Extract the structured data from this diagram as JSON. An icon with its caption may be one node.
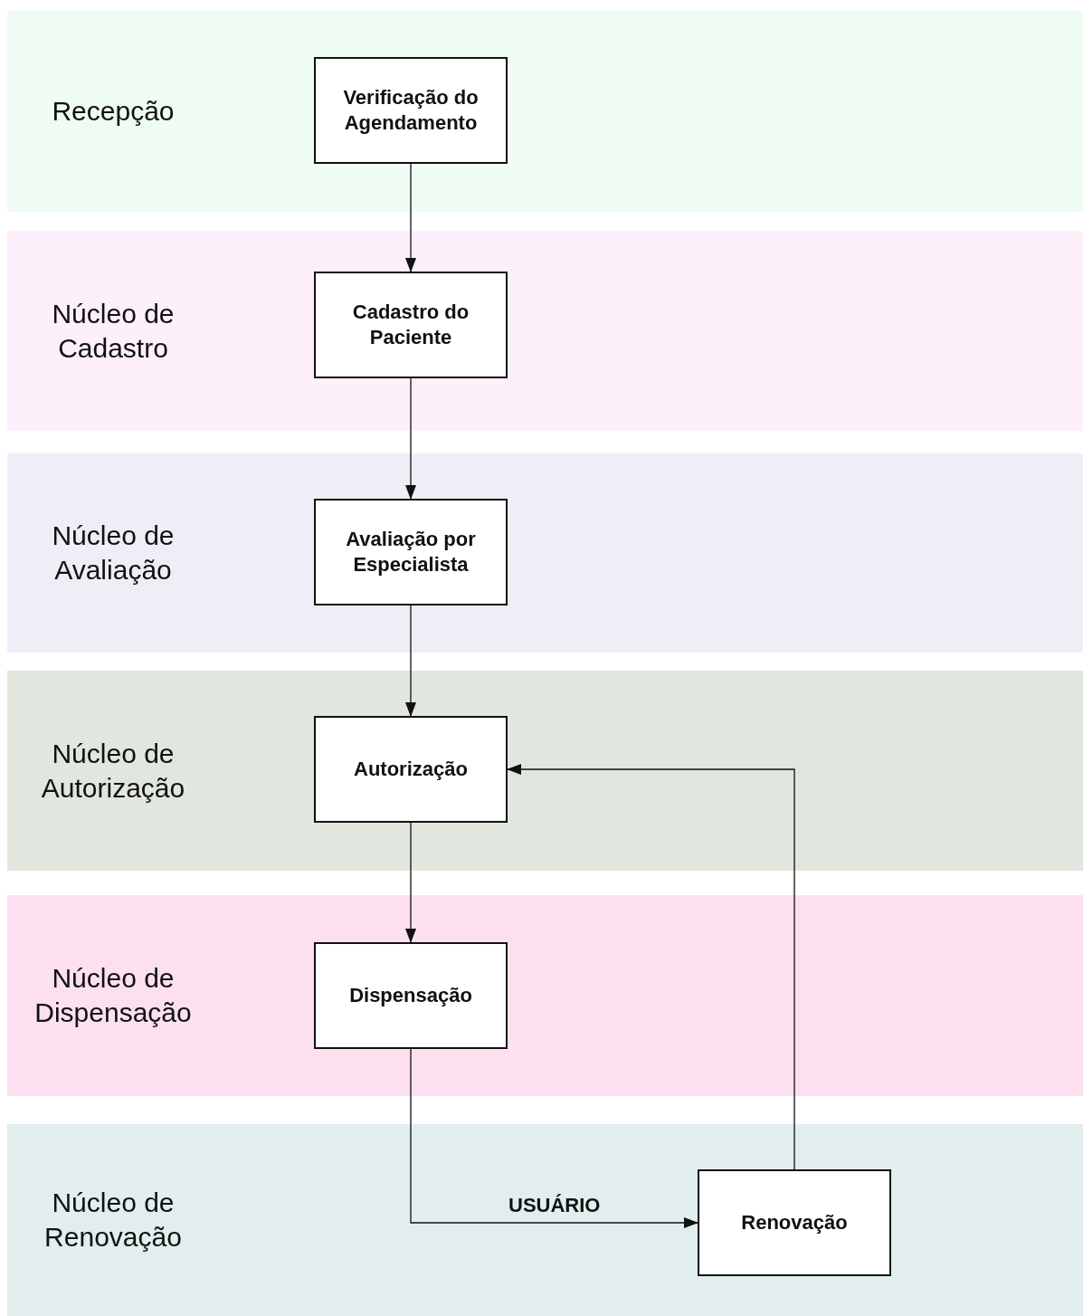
{
  "diagram": {
    "nodes": [
      {
        "text": [
          "Recepção"
        ]
      },
      {
        "text": [
          "Verificação do Agendamento"
        ],
        "in": 0
      },
      {
        "text": [
          "Núcleo de Cadastro"
        ]
      },
      {
        "text": [
          "Cadastro do Paciente"
        ],
        "in": 2
      },
      {
        "text": [
          "Núcleo de Avaliação"
        ]
      },
      {
        "text": [
          "Avaliação por Especialista"
        ],
        "in": 4
      },
      {
        "text": [
          "Núcleo de Autorização"
        ]
      },
      {
        "text": [
          "Autorização"
        ],
        "in": 6
      },
      {
        "text": [
          "Núcleo de Dispensação"
        ]
      },
      {
        "text": [
          "Dispensação"
        ],
        "in": 8
      },
      {
        "text": [
          "Núcleo de Renovação"
        ]
      },
      {
        "text": [
          "Renovação"
        ],
        "in": 10
      }
    ],
    "edges": [
      {
        "from": 1,
        "to": 3,
        "arrow": "to"
      },
      {
        "from": 3,
        "to": 5,
        "arrow": "to"
      },
      {
        "from": 5,
        "to": 7,
        "arrow": "to"
      },
      {
        "from": 7,
        "to": 9,
        "arrow": "to"
      },
      {
        "from": 9,
        "to": 11,
        "arrow": "to",
        "label": "USUÁRIO"
      },
      {
        "from": 11,
        "to": 7,
        "arrow": "to"
      }
    ]
  }
}
